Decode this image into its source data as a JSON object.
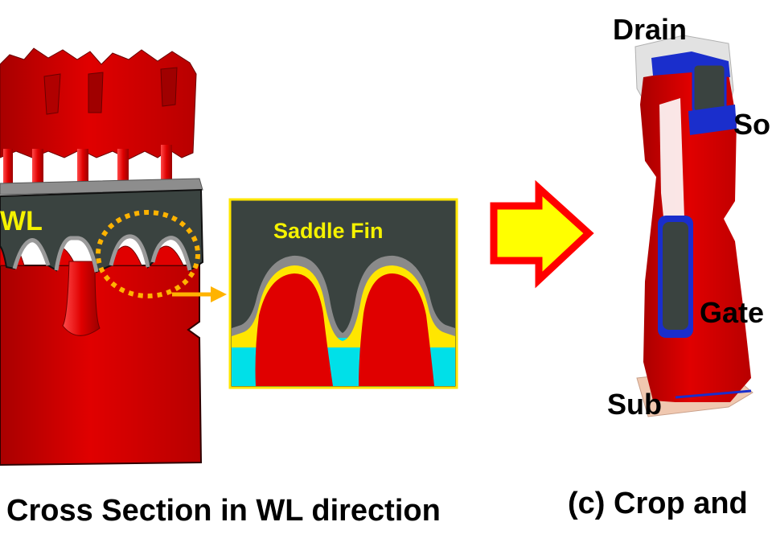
{
  "left_panel": {
    "wl_label": "WL",
    "caption": "Cross Section in WL direction"
  },
  "inset": {
    "title": "Saddle Fin"
  },
  "right_panel": {
    "drain_label": "Drain",
    "source_label": "So",
    "gate_label": "Gate",
    "sub_label": "Sub",
    "caption": "(c) Crop and"
  },
  "colors": {
    "silicon_red": "#e00000",
    "gate_dark": "#3a4340",
    "oxide_gray": "#8a8a8a",
    "dielectric_yellow": "#ffe600",
    "isolation_cyan": "#00e0e8",
    "arrow_fill": "#ffff00",
    "arrow_outline": "#ff0000",
    "callout_orange": "#ffb300",
    "blue_contact": "#1a2ecc"
  }
}
